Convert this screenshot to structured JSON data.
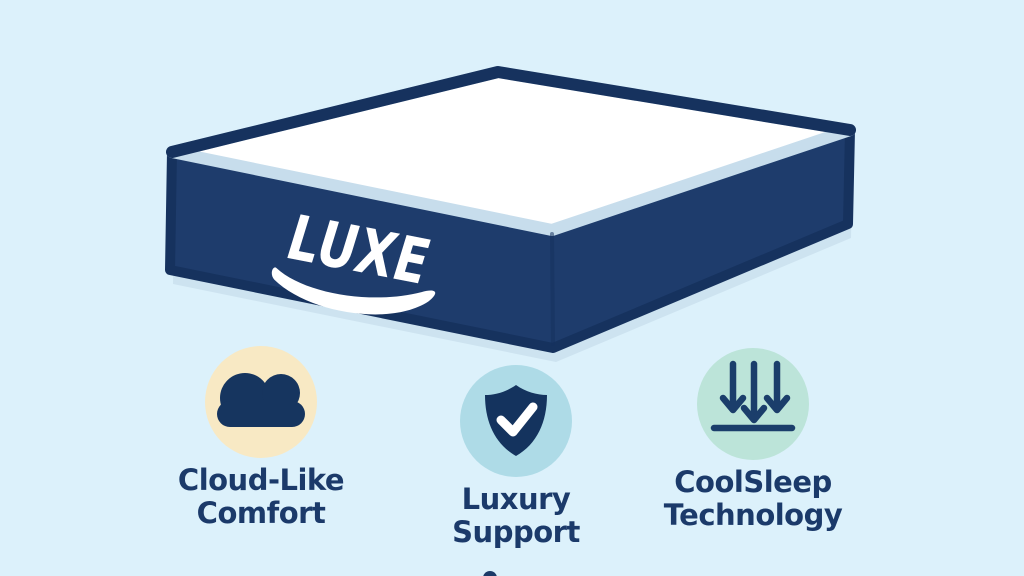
{
  "canvas": {
    "background": "#dcf1fb"
  },
  "mattress": {
    "brand": "LUXE",
    "colors": {
      "side": "#1e3c6c",
      "outline": "#16325e",
      "top": "#ffffff",
      "piping": "#c7ddec",
      "shadow": "#cde3f0",
      "logo": "#ffffff"
    }
  },
  "features": [
    {
      "icon": "cloud-icon",
      "label_line1": "Cloud-Like",
      "label_line2": "Comfort",
      "circle_color": "#f8e9c4",
      "icon_color": "#16355f"
    },
    {
      "icon": "shield-check-icon",
      "label_line1": "Luxury",
      "label_line2": "Support",
      "circle_color": "#aedbe7",
      "icon_color": "#14335e",
      "check_color": "#ffffff"
    },
    {
      "icon": "arrows-down-icon",
      "label_line1": "CoolSleep",
      "label_line2": "Technology",
      "circle_color": "#bce4d9",
      "icon_color": "#1b3e6b"
    }
  ],
  "label_color": "#1b3a6a"
}
